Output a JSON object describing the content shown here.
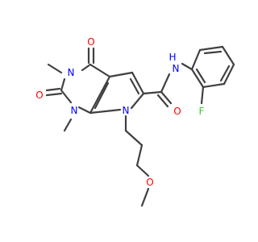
{
  "colors": {
    "bond": "#404040",
    "carbon": "#404040",
    "nitrogen": "#0000ff",
    "oxygen": "#ff0000",
    "fluorine": "#33cc33"
  },
  "molecule": {
    "atom_labels": {
      "o_c4": "O",
      "n3": "N",
      "methyl_n3": "",
      "o_c2": "O",
      "n1": "N",
      "methyl_n1": "",
      "n7": "N",
      "nh_amide": "N",
      "h_amide": "H",
      "o_amide": "O",
      "o_ether": "O",
      "methyl_ether": "",
      "f": "F"
    }
  }
}
